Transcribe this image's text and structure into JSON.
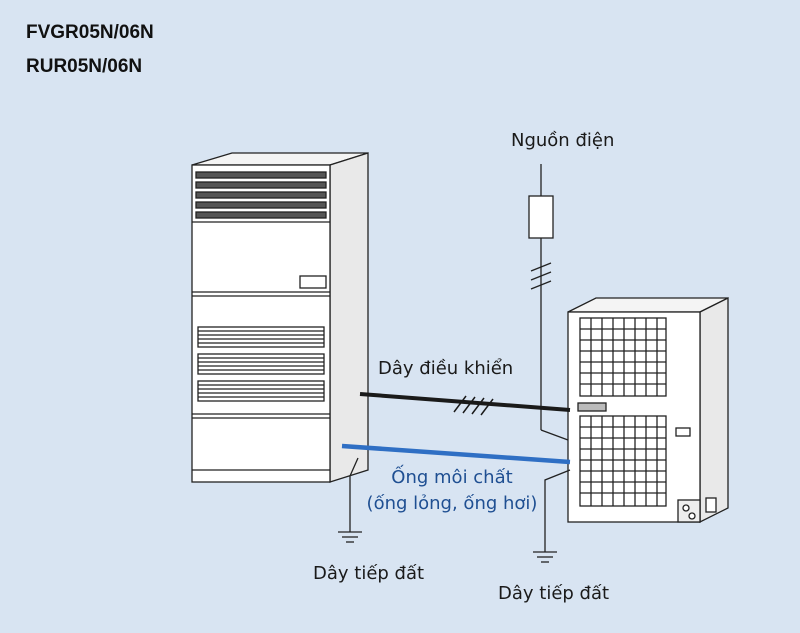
{
  "titles": {
    "line1": "FVGR05N/06N",
    "line2": "RUR05N/06N"
  },
  "labels": {
    "power_source": "Nguồn điện",
    "control_wire": "Dây điều khiển",
    "refrigerant_pipe": "Ống môi chất",
    "refrigerant_pipe_detail": "(ống lỏng, ống hơi)",
    "ground_wire_indoor": "Dây tiếp đất",
    "ground_wire_outdoor": "Dây tiếp đất"
  },
  "colors": {
    "background": "#d8e4f2",
    "refrigerant_pipe": "#2f6fc4",
    "control_wire": "#1a1a1a",
    "unit_body": "#ffffff",
    "unit_shadow": "#e6e6e6"
  }
}
